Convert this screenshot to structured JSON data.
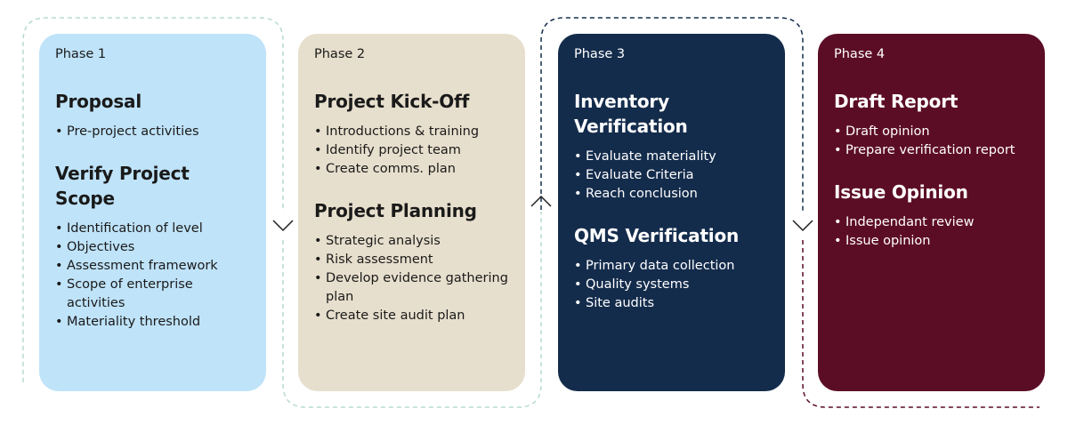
{
  "phases": [
    {
      "label": "Phase 1",
      "bg": "#bfe3f9",
      "fg": "#1a1a1a",
      "sections": [
        {
          "title": "Proposal",
          "items": [
            "Pre-project activities"
          ]
        },
        {
          "title": "Verify Project Scope",
          "items": [
            "Identification of level",
            "Objectives",
            "Assessment framework",
            "Scope of enterprise activities",
            "Materiality threshold"
          ]
        }
      ]
    },
    {
      "label": "Phase 2",
      "bg": "#e7dfcd",
      "fg": "#1a1a1a",
      "sections": [
        {
          "title": "Project Kick-Off",
          "items": [
            "Introductions & training",
            "Identify project team",
            "Create comms. plan"
          ]
        },
        {
          "title": "Project Planning",
          "items": [
            "Strategic analysis",
            "Risk assessment",
            "Develop evidence gathering plan",
            "Create site audit plan"
          ]
        }
      ]
    },
    {
      "label": "Phase 3",
      "bg": "#142c4c",
      "fg": "#ffffff",
      "sections": [
        {
          "title": "Inventory Verification",
          "items": [
            "Evaluate materiality",
            "Evaluate Criteria",
            "Reach conclusion"
          ]
        },
        {
          "title": "QMS Verification",
          "items": [
            "Primary data collection",
            "Quality systems",
            "Site audits"
          ]
        }
      ]
    },
    {
      "label": "Phase 4",
      "bg": "#5c0d26",
      "fg": "#ffffff",
      "sections": [
        {
          "title": "Draft Report",
          "items": [
            "Draft opinion",
            "Prepare verification report"
          ]
        },
        {
          "title": "Issue Opinion",
          "items": [
            "Independant review",
            "Issue opinion"
          ]
        }
      ]
    }
  ],
  "connector_colors": {
    "phase1": "#b6dccd",
    "phase2": "#b6dccd",
    "phase3": "#142c4c",
    "phase4": "#5c0d26"
  }
}
